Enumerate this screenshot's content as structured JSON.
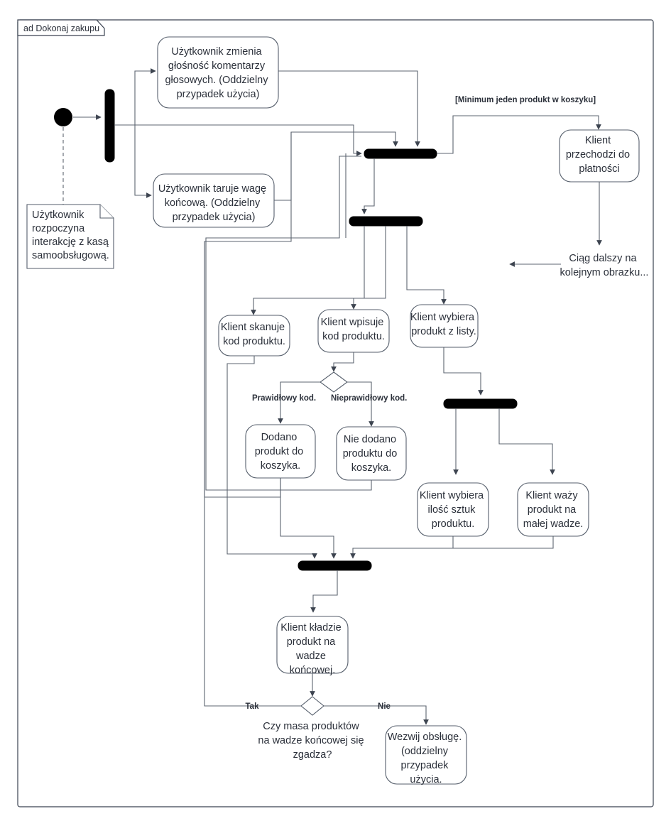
{
  "diagram": {
    "kind": "uml-activity-diagram",
    "frame_label": "ad Dokonaj zakupu",
    "colors": {
      "background": "#ffffff",
      "frame_stroke": "#3a4250",
      "node_stroke": "#555e6b",
      "edge_stroke": "#5c6470",
      "text": "#2b303a",
      "bar_fill": "#000000"
    },
    "note": {
      "lines": [
        "Użytkownik",
        "rozpoczyna",
        "interakcję z kasą",
        "samoobsługową."
      ]
    },
    "activities": {
      "change_volume": {
        "lines": [
          "Użytkownik zmienia",
          "głośność komentarzy",
          "głosowych.  (Oddzielny",
          "przypadek użycia)"
        ]
      },
      "tare_scale": {
        "lines": [
          "Użytkownik taruje wagę",
          "końcową. (Oddzielny",
          "przypadek użycia)"
        ]
      },
      "go_to_payment": {
        "lines": [
          "Klient",
          "przechodzi do",
          "płatności"
        ]
      },
      "scan_code": {
        "lines": [
          "Klient skanuje",
          "kod produktu."
        ]
      },
      "type_code": {
        "lines": [
          "Klient wpisuje",
          "kod produktu."
        ]
      },
      "pick_from_list": {
        "lines": [
          "Klient wybiera",
          "produkt z listy."
        ]
      },
      "added_to_cart": {
        "lines": [
          "Dodano",
          "produkt do",
          "koszyka."
        ]
      },
      "not_added_to_cart": {
        "lines": [
          "Nie dodano",
          "produktu do",
          "koszyka."
        ]
      },
      "choose_quantity": {
        "lines": [
          "Klient wybiera",
          "ilość sztuk",
          "produktu."
        ]
      },
      "weigh_small_scale": {
        "lines": [
          "Klient waży",
          "produkt na",
          "małej wadze."
        ]
      },
      "place_on_final_scale": {
        "lines": [
          "Klient kładzie",
          "produkt na",
          "wadze",
          "końcowej."
        ]
      },
      "call_staff": {
        "lines": [
          "Wezwij obsługę.",
          "(oddzielny",
          "przypadek",
          "użycia."
        ]
      }
    },
    "decisions": {
      "code_validity": {
        "branch_left_label": "Prawidłowy kod.",
        "branch_right_label": "Nieprawidłowy kod."
      },
      "mass_check": {
        "question_lines": [
          "Czy masa produktów",
          "na wadze końcowej się",
          "zgadza?"
        ],
        "branch_left_label": "Tak",
        "branch_right_label": "Nie"
      }
    },
    "guards": {
      "min_one_product": "[Minimum jeden produkt w koszyku]"
    },
    "continuation": {
      "lines": [
        "Ciąg dalszy na",
        "kolejnym obrazku..."
      ]
    }
  }
}
